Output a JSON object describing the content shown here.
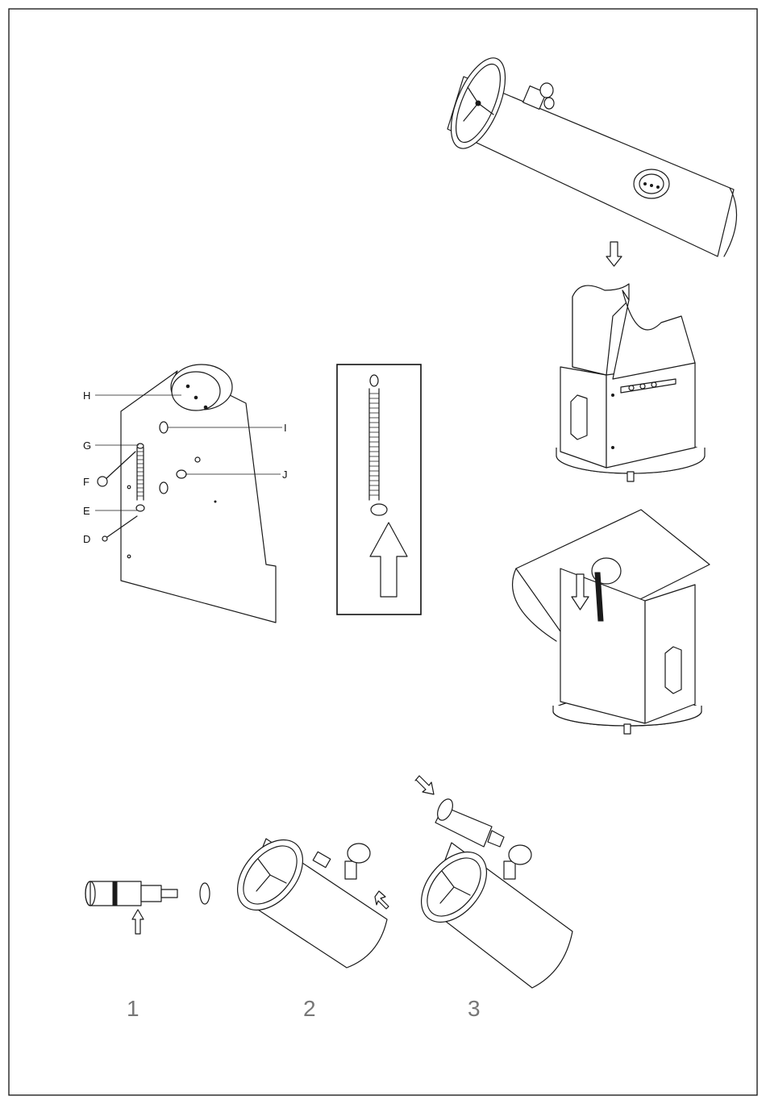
{
  "labels": {
    "H": "H",
    "I": "I",
    "G": "G",
    "J": "J",
    "F": "F",
    "E": "E",
    "D": "D"
  },
  "steps": [
    "1",
    "2",
    "3"
  ]
}
